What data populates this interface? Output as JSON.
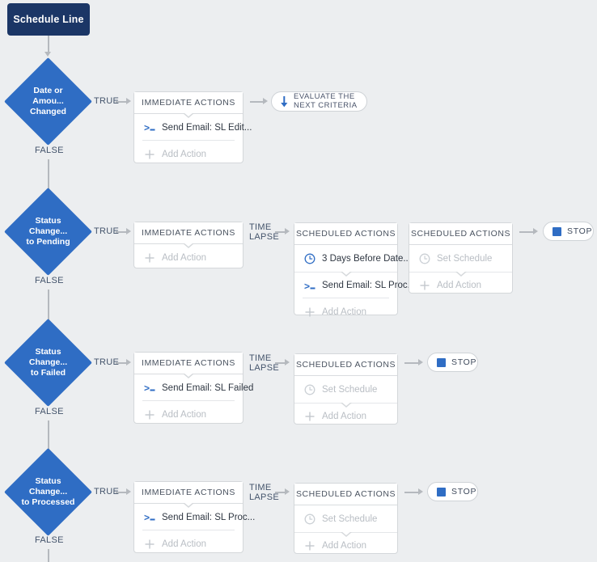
{
  "canvas": {
    "background_color": "#eceef0",
    "accent_blue": "#2f6dc4",
    "navy": "#1b3666"
  },
  "start_node": {
    "label": "Schedule Line",
    "icon": "start-node-icon"
  },
  "labels": {
    "true": "TRUE",
    "false": "FALSE",
    "time_lapse_line1": "TIME",
    "time_lapse_line2": "LAPSE"
  },
  "card_headers": {
    "immediate": "IMMEDIATE ACTIONS",
    "scheduled": "SCHEDULED ACTIONS"
  },
  "common_rows": {
    "add_action": "Add Action",
    "set_schedule": "Set Schedule"
  },
  "end_nodes": {
    "evaluate_line1": "EVALUATE THE",
    "evaluate_line2": "NEXT CRITERIA",
    "stop": "STOP"
  },
  "rows": [
    {
      "id": "row-1",
      "criteria_line1": "Date or Amou...",
      "criteria_line2": "Changed",
      "immediate_actions": {
        "header": "IMMEDIATE ACTIONS",
        "items": [
          {
            "icon": "email-alert-icon",
            "label": "Send Email: SL Edit...",
            "muted": false
          },
          {
            "icon": "plus-icon",
            "label": "Add Action",
            "muted": true
          }
        ]
      },
      "scheduled_groups": [],
      "end_node": {
        "type": "evaluate",
        "line1": "EVALUATE THE",
        "line2": "NEXT CRITERIA"
      },
      "true_label": "TRUE",
      "false_label": "FALSE"
    },
    {
      "id": "row-2",
      "criteria_line1": "Status Change...",
      "criteria_line2": "to Pending",
      "immediate_actions": {
        "header": "IMMEDIATE ACTIONS",
        "items": [
          {
            "icon": "plus-icon",
            "label": "Add Action",
            "muted": true
          }
        ]
      },
      "scheduled_groups": [
        {
          "header": "SCHEDULED ACTIONS",
          "items": [
            {
              "icon": "clock-icon",
              "label": "3 Days Before Date...",
              "muted": false
            },
            {
              "icon": "email-alert-icon",
              "label": "Send Email: SL Proc...",
              "muted": false
            },
            {
              "icon": "plus-icon",
              "label": "Add Action",
              "muted": true
            }
          ]
        },
        {
          "header": "SCHEDULED ACTIONS",
          "items": [
            {
              "icon": "clock-icon",
              "label": "Set Schedule",
              "muted": true
            },
            {
              "icon": "plus-icon",
              "label": "Add Action",
              "muted": true
            }
          ]
        }
      ],
      "end_node": {
        "type": "stop",
        "label": "STOP"
      },
      "true_label": "TRUE",
      "false_label": "FALSE",
      "time_lapse": "TIME LAPSE"
    },
    {
      "id": "row-3",
      "criteria_line1": "Status Change...",
      "criteria_line2": "to Failed",
      "immediate_actions": {
        "header": "IMMEDIATE ACTIONS",
        "items": [
          {
            "icon": "email-alert-icon",
            "label": "Send Email: SL Failed",
            "muted": false
          },
          {
            "icon": "plus-icon",
            "label": "Add Action",
            "muted": true
          }
        ]
      },
      "scheduled_groups": [
        {
          "header": "SCHEDULED ACTIONS",
          "items": [
            {
              "icon": "clock-icon",
              "label": "Set Schedule",
              "muted": true
            },
            {
              "icon": "plus-icon",
              "label": "Add Action",
              "muted": true
            }
          ]
        }
      ],
      "end_node": {
        "type": "stop",
        "label": "STOP"
      },
      "true_label": "TRUE",
      "false_label": "FALSE",
      "time_lapse": "TIME LAPSE"
    },
    {
      "id": "row-4",
      "criteria_line1": "Status Change...",
      "criteria_line2": "to Processed",
      "immediate_actions": {
        "header": "IMMEDIATE ACTIONS",
        "items": [
          {
            "icon": "email-alert-icon",
            "label": "Send Email: SL Proc...",
            "muted": false
          },
          {
            "icon": "plus-icon",
            "label": "Add Action",
            "muted": true
          }
        ]
      },
      "scheduled_groups": [
        {
          "header": "SCHEDULED ACTIONS",
          "items": [
            {
              "icon": "clock-icon",
              "label": "Set Schedule",
              "muted": true
            },
            {
              "icon": "plus-icon",
              "label": "Add Action",
              "muted": true
            }
          ]
        }
      ],
      "end_node": {
        "type": "stop",
        "label": "STOP"
      },
      "true_label": "TRUE",
      "false_label": "FALSE",
      "time_lapse": "TIME LAPSE"
    }
  ]
}
